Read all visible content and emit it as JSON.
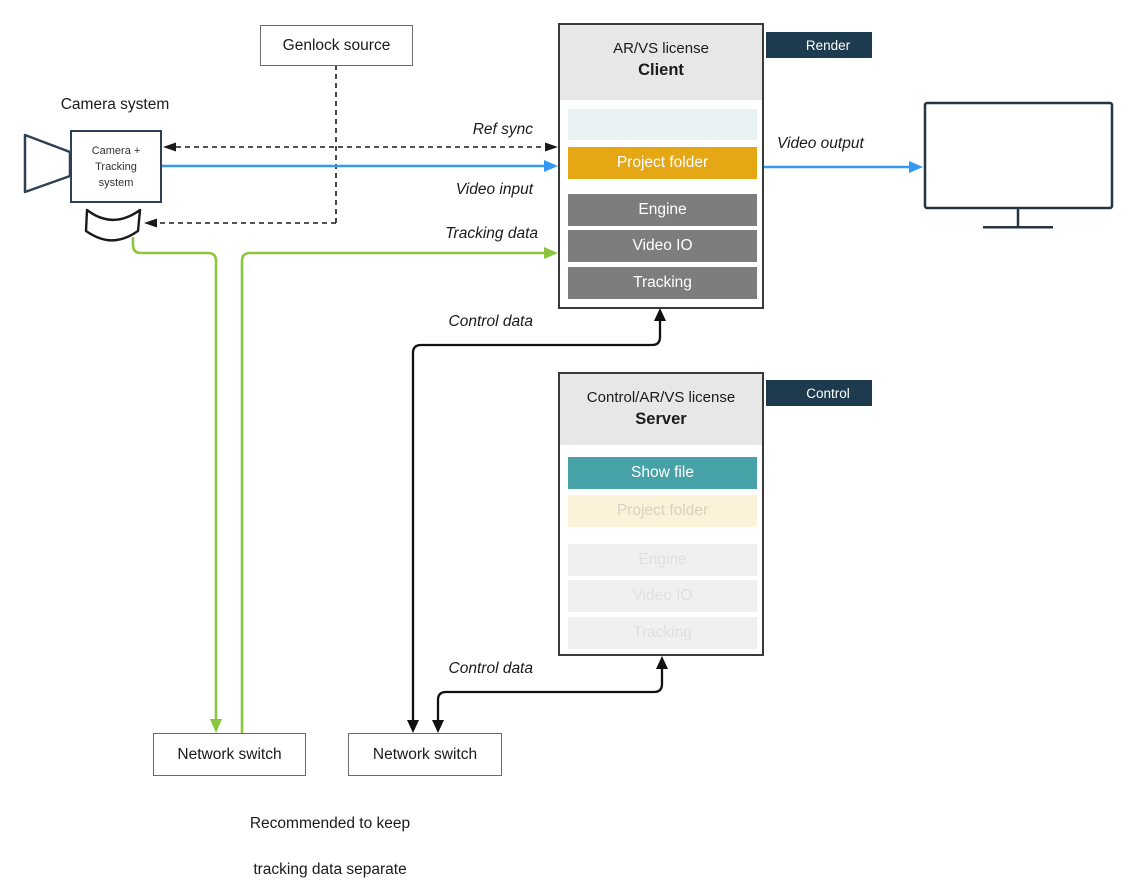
{
  "genlock": {
    "label": "Genlock source"
  },
  "camera": {
    "title": "Camera system",
    "body_label": "Camera +\nTracking\nsystem"
  },
  "client_node": {
    "license_line": "AR/VS license",
    "role": "Client",
    "tag": "Render",
    "rows": [
      {
        "label": "",
        "style": "teal-empty"
      },
      {
        "label": "Project folder",
        "style": "orange"
      },
      {
        "label": "Engine",
        "style": "gray"
      },
      {
        "label": "Video IO",
        "style": "gray"
      },
      {
        "label": "Tracking",
        "style": "gray"
      }
    ]
  },
  "server_node": {
    "license_line": "Control/AR/VS license",
    "role": "Server",
    "tag": "Control",
    "rows": [
      {
        "label": "Show file",
        "style": "teal"
      },
      {
        "label": "Project folder",
        "style": "orange-faded"
      },
      {
        "label": "Engine",
        "style": "gray-faded"
      },
      {
        "label": "Video IO",
        "style": "gray-faded"
      },
      {
        "label": "Tracking",
        "style": "gray-faded"
      }
    ]
  },
  "network_switch_left": {
    "label": "Network switch"
  },
  "network_switch_right": {
    "label": "Network switch"
  },
  "flow_labels": {
    "ref_sync": "Ref sync",
    "video_input": "Video input",
    "tracking_data": "Tracking data",
    "control_data_upper": "Control data",
    "control_data_lower": "Control data",
    "video_output": "Video output"
  },
  "note": {
    "line1": "Recommended to keep",
    "line2": "tracking data separate"
  },
  "colors": {
    "accent_blue": "#3399f3",
    "accent_green": "#8cc63e",
    "accent_orange": "#e6a714",
    "accent_teal": "#47a2a8",
    "tag_navy": "#1d3a4f"
  }
}
